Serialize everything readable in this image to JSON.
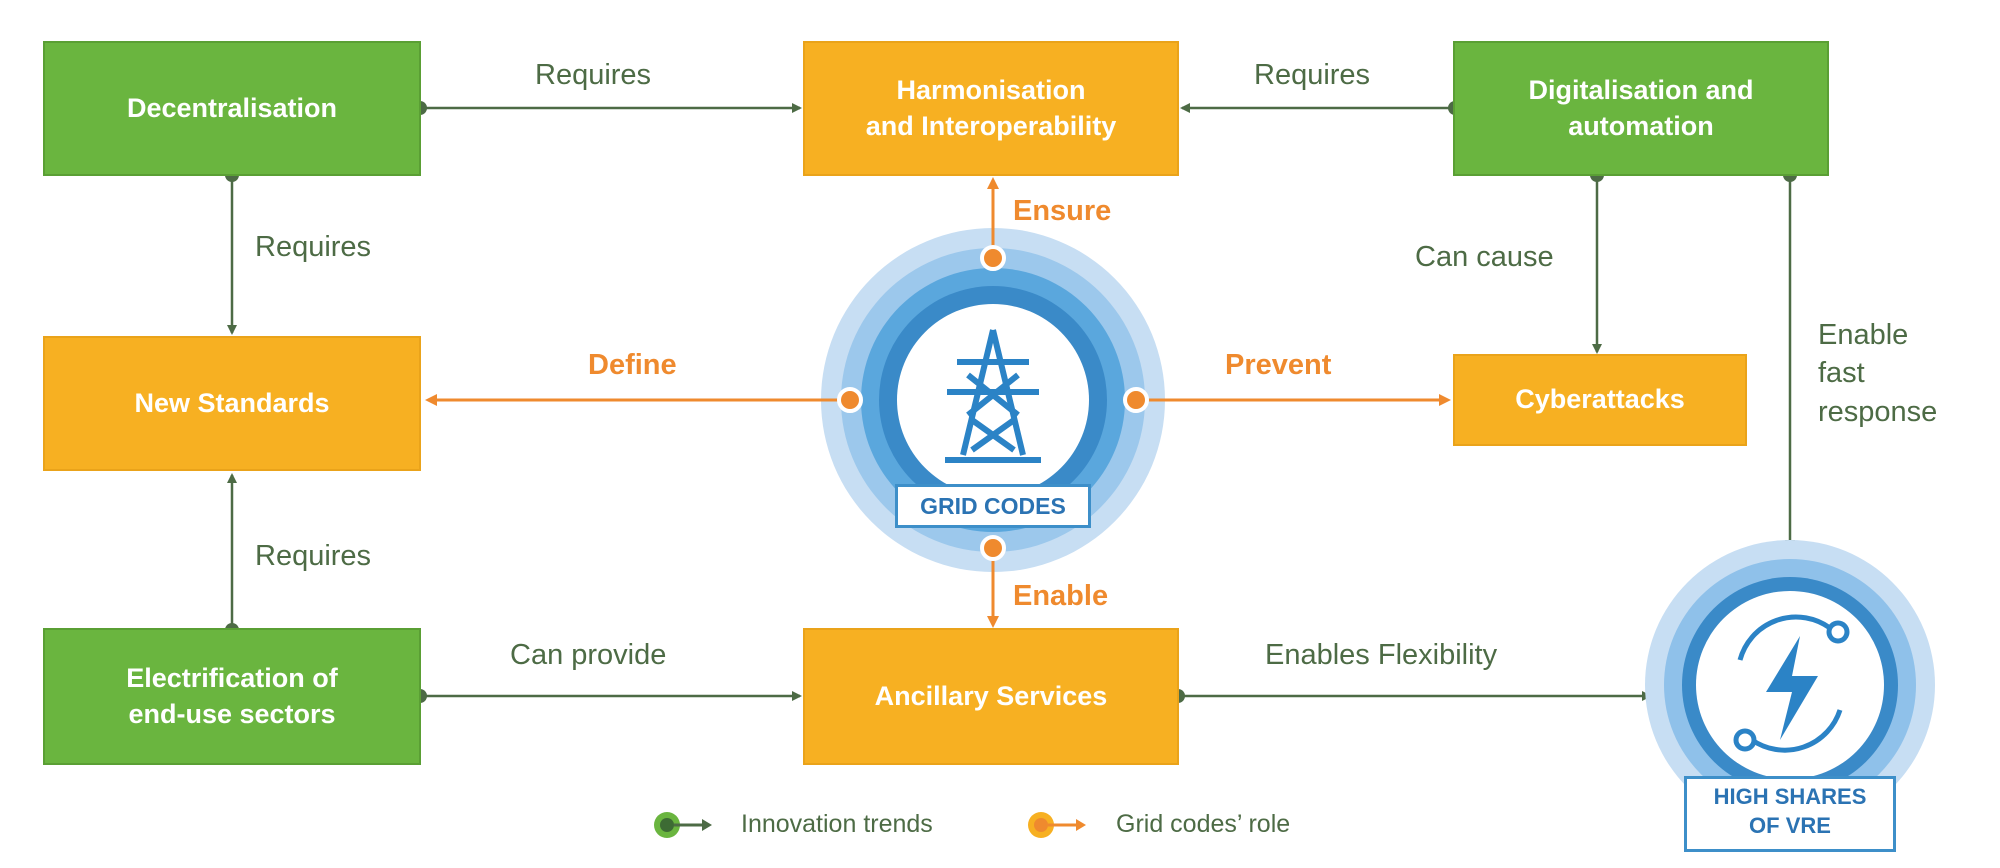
{
  "boxes": {
    "decentralisation": "Decentralisation",
    "harmonisation": "Harmonisation\nand Interoperability",
    "digitalisation": "Digitalisation and\nautomation",
    "new_standards": "New Standards",
    "cyberattacks": "Cyberattacks",
    "electrification": "Electrification of\nend-use sectors",
    "ancillary": "Ancillary Services"
  },
  "labels": {
    "requires_top_left": "Requires",
    "requires_top_right": "Requires",
    "requires_left_upper": "Requires",
    "requires_left_lower": "Requires",
    "can_cause": "Can cause",
    "enable_fast_response": "Enable\nfast\nresponse",
    "can_provide": "Can provide",
    "enables_flexibility": "Enables Flexibility",
    "ensure": "Ensure",
    "define": "Define",
    "prevent": "Prevent",
    "enable": "Enable"
  },
  "center": {
    "title": "GRID CODES",
    "icon": "transmission-tower-icon"
  },
  "vre": {
    "title": "HIGH SHARES\nOF VRE",
    "icon": "lightning-cycle-icon"
  },
  "legend": {
    "innovation": "Innovation trends",
    "grid_role": "Grid codes’ role"
  },
  "colors": {
    "green": "#6ab53f",
    "orange": "#f7b022",
    "arrow_green": "#4d6b45",
    "arrow_orange": "#ef8a2e",
    "blue": "#3d8fc9"
  }
}
